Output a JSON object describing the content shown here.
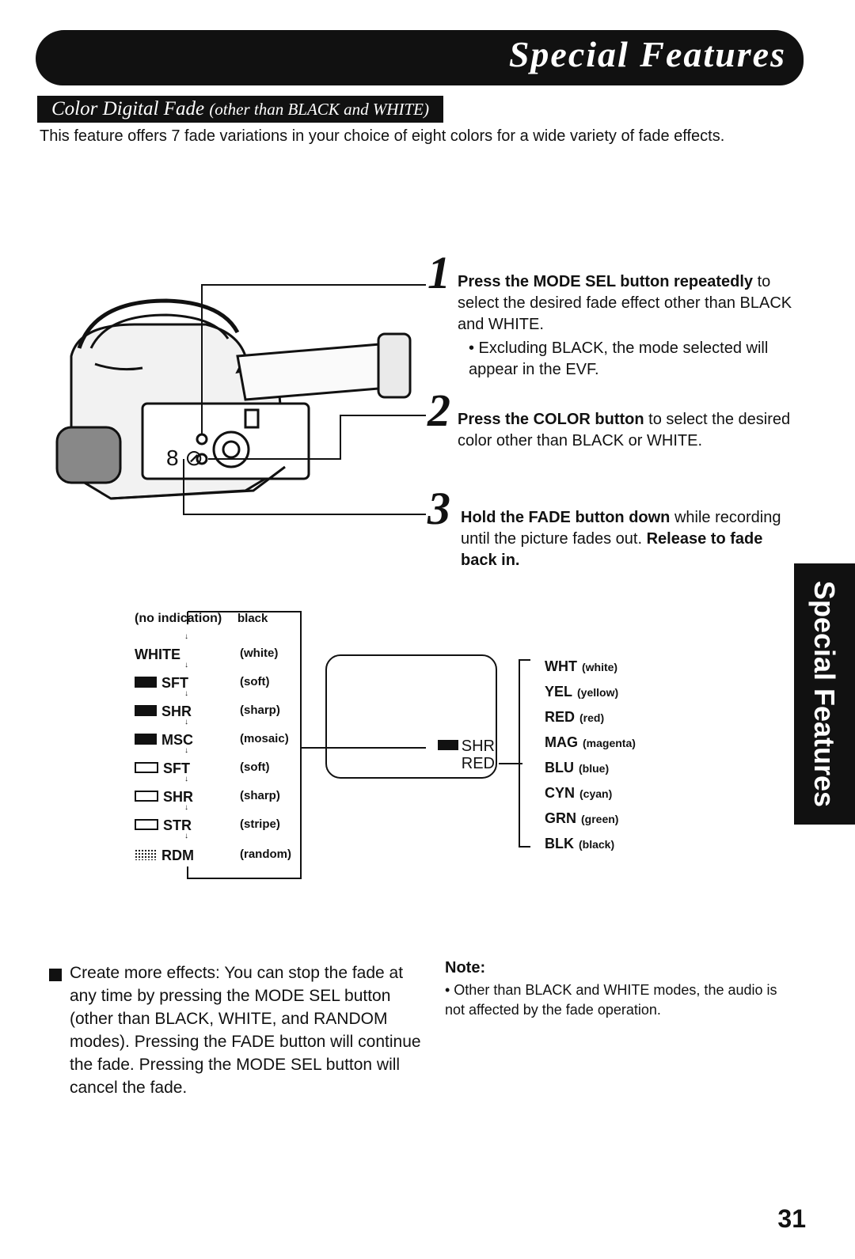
{
  "header": {
    "title": "Special Features",
    "section_title": "Color Digital Fade",
    "section_subtitle": "(other than BLACK and WHITE)"
  },
  "intro": "This feature offers 7 fade variations in your choice of eight colors for a wide variety of fade effects.",
  "steps": [
    {
      "number": "1",
      "bold": "Press the MODE SEL button repeatedly",
      "text": " to select the desired fade effect other than BLACK and WHITE.",
      "bullet": "• Excluding BLACK, the mode selected will appear in the EVF."
    },
    {
      "number": "2",
      "bold": "Press the COLOR button",
      "text": " to select the desired color other than BLACK or WHITE."
    },
    {
      "number": "3",
      "bold": "Hold the FADE button down",
      "text": " while recording until the picture fades out.",
      "bold2": "Release to fade back in."
    }
  ],
  "modes": [
    {
      "label": "(no indication)",
      "desc": "black",
      "icon": "none"
    },
    {
      "label": "WHITE",
      "desc": "(white)",
      "icon": "none"
    },
    {
      "label": "SFT",
      "desc": "(soft)",
      "icon": "solid-wipe-icon"
    },
    {
      "label": "SHR",
      "desc": "(sharp)",
      "icon": "solid-wipe-icon"
    },
    {
      "label": "MSC",
      "desc": "(mosaic)",
      "icon": "solid-wipe-icon"
    },
    {
      "label": "SFT",
      "desc": "(soft)",
      "icon": "outline-wipe-icon"
    },
    {
      "label": "SHR",
      "desc": "(sharp)",
      "icon": "outline-wipe-icon"
    },
    {
      "label": "STR",
      "desc": "(stripe)",
      "icon": "outline-wipe-icon"
    },
    {
      "label": "RDM",
      "desc": "(random)",
      "icon": "dots-icon"
    }
  ],
  "display": {
    "mode": "SHR",
    "color": "RED"
  },
  "colors": [
    {
      "code": "WHT",
      "desc": "(white)"
    },
    {
      "code": "YEL",
      "desc": "(yellow)"
    },
    {
      "code": "RED",
      "desc": "(red)"
    },
    {
      "code": "MAG",
      "desc": "(magenta)"
    },
    {
      "code": "BLU",
      "desc": "(blue)"
    },
    {
      "code": "CYN",
      "desc": "(cyan)"
    },
    {
      "code": "GRN",
      "desc": "(green)"
    },
    {
      "code": "BLK",
      "desc": "(black)"
    }
  ],
  "side_tab": "Special Features",
  "more_effects": "Create more effects: You can stop the fade at any time by pressing the MODE SEL button (other than BLACK, WHITE, and  RANDOM modes). Pressing the FADE button will continue the fade. Pressing the MODE SEL button will cancel the fade.",
  "note": {
    "title": "Note:",
    "text": "• Other than BLACK and WHITE modes, the audio is not affected by the fade operation."
  },
  "page_number": "31",
  "colors_style": {
    "ink": "#111111",
    "paper": "#ffffff"
  }
}
